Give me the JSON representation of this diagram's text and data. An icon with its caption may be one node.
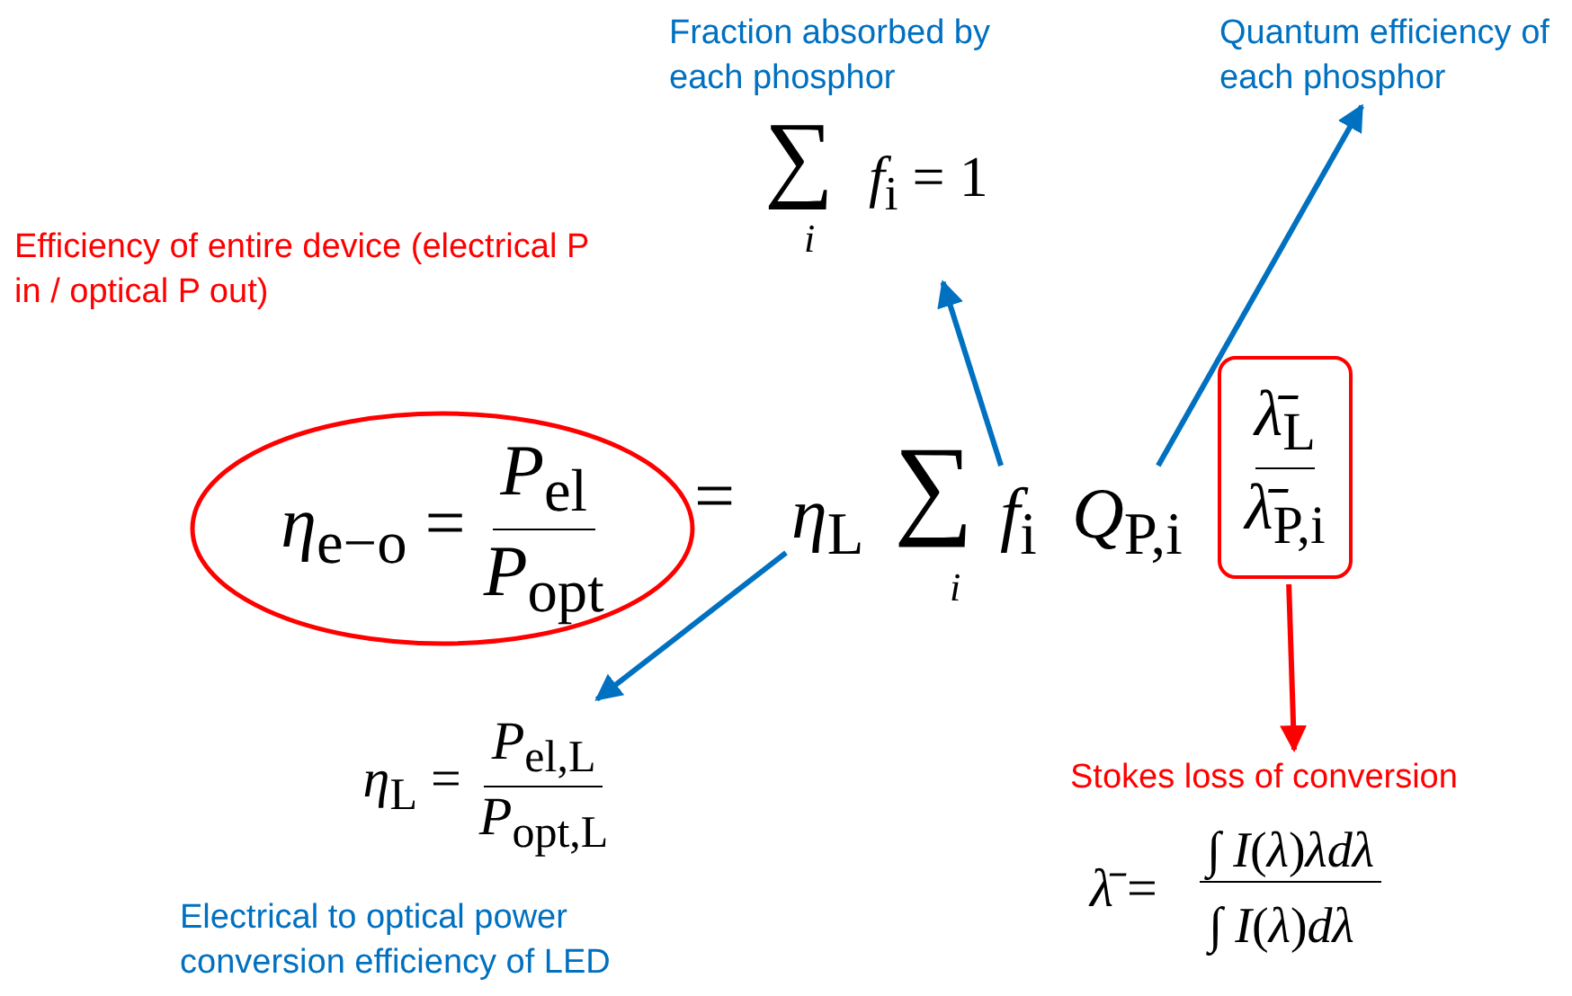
{
  "diagram": {
    "nodes": [
      {
        "text": [
          "*η*$_{e−o}$ =",
          "*P*$_{el}$",
          "*P*$_{opt}$"
        ],
        "beside": [
          "Efficiency of entire device (electrical P in / optical P out)"
        ]
      },
      {
        "text": [
          "*η*$_{L}$"
        ]
      },
      {
        "text": [
          "*f*$_{i}$"
        ]
      },
      {
        "text": [
          "*Q*$_{P,i}$"
        ]
      },
      {
        "text": [
          "*λ̄*$_{L}$",
          "*λ̄*$_{P,i}$"
        ]
      },
      {
        "text": [
          "∑",
          "*i*",
          "*f*$_{i}$ = 1"
        ],
        "beside": [
          "Fraction absorbed by each phosphor"
        ]
      },
      {
        "text": [
          "Quantum efficiency of each phosphor"
        ]
      },
      {
        "text": [
          "*η*$_{L}$ =",
          "*P*$_{el,L}$",
          "*P*$_{opt,L}$"
        ],
        "beside": [
          "Electrical to optical power conversion efficiency of LED"
        ]
      },
      {
        "text": [
          "Stokes loss of conversion"
        ]
      }
    ],
    "edges": [
      {
        "from": 2,
        "to": 5,
        "arrow": "to"
      },
      {
        "from": 3,
        "to": 6,
        "arrow": "to"
      },
      {
        "from": 1,
        "to": 7,
        "arrow": "to"
      },
      {
        "from": 4,
        "to": 8,
        "arrow": "to",
        "color": "#ff0000"
      }
    ],
    "labels": [
      "=",
      "∑",
      "*i*",
      "*λ̄* =",
      "∫ *I*(*λ*)*λdλ*",
      "∫ *I*(*λ*)*dλ*"
    ]
  }
}
